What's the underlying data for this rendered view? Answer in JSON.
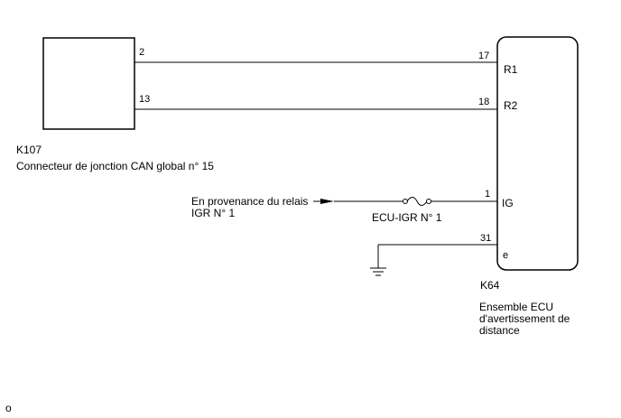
{
  "connector_left": {
    "code": "K107",
    "name": "Connecteur de jonction CAN global n° 15",
    "pins": {
      "top": "2",
      "bottom": "13"
    }
  },
  "ecu": {
    "code": "K64",
    "name_lines": [
      "Ensemble ECU",
      "d'avertissement de",
      "distance"
    ],
    "pins": [
      {
        "number": "17",
        "label": "R1"
      },
      {
        "number": "18",
        "label": "R2"
      },
      {
        "number": "1",
        "label": "IG"
      },
      {
        "number": "31",
        "label": "e"
      }
    ]
  },
  "source": {
    "lines": [
      "En provenance du relais",
      "IGR N° 1"
    ]
  },
  "fuse": {
    "label": "ECU-IGR N° 1"
  },
  "footer": {
    "mark": "o"
  }
}
